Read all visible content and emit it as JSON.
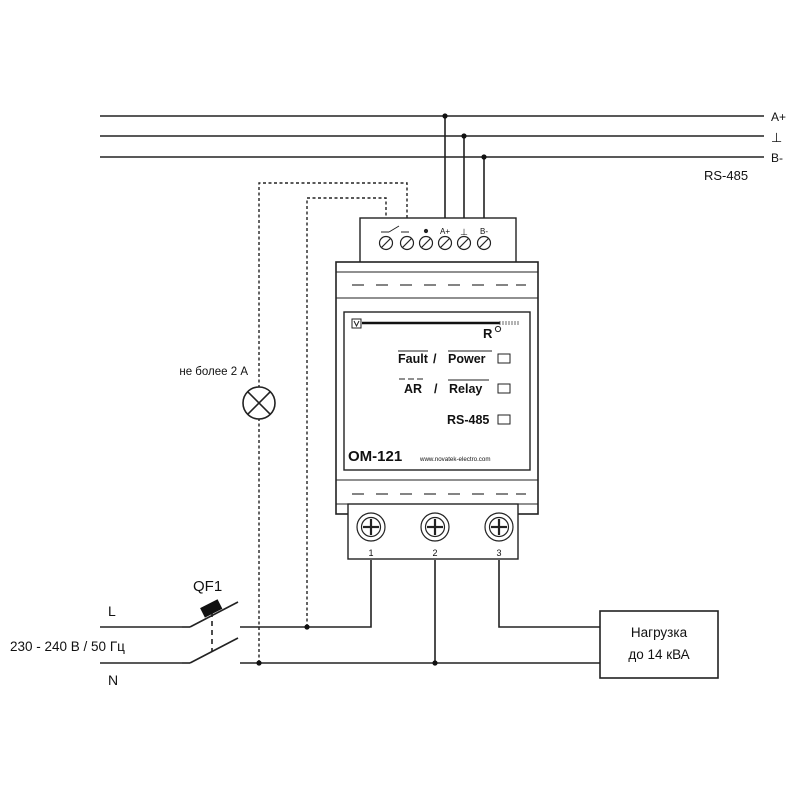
{
  "bus": {
    "a_plus": "A+",
    "ground": "⊥",
    "b_minus": "B-",
    "name": "RS-485"
  },
  "lamp_note": "не более 2 А",
  "breaker": {
    "label": "QF1"
  },
  "mains": {
    "line": "L",
    "neutral": "N",
    "voltage": "230 - 240 В / 50 Гц"
  },
  "device": {
    "model": "OM-121",
    "website": "www.novatek-electro.com",
    "top_terminals": {
      "a_plus": "A+",
      "ground": "⊥",
      "b_minus": "B-"
    },
    "indicators": {
      "r": "R",
      "fault": "Fault",
      "power": "Power",
      "ar": "AR",
      "relay": "Relay",
      "rs485": "RS-485",
      "separator": "/"
    },
    "bottom_terminals": [
      "1",
      "2",
      "3"
    ]
  },
  "load": {
    "line1": "Нагрузка",
    "line2": "до 14 кВА"
  }
}
